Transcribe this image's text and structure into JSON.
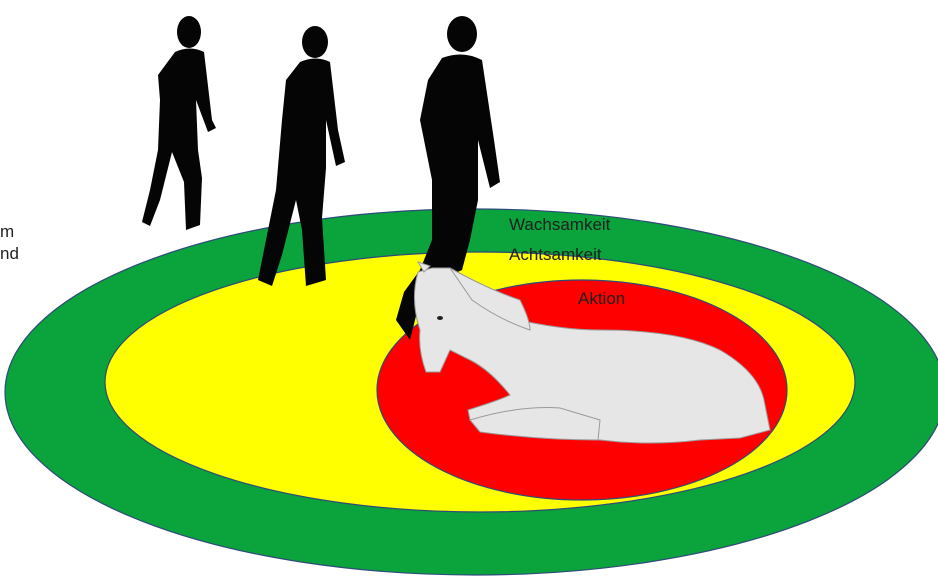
{
  "diagram": {
    "zones": [
      {
        "name": "Wachsamkeit",
        "color": "#0aa33c"
      },
      {
        "name": "Achtsamkeit",
        "color": "#ffff00"
      },
      {
        "name": "Aktion",
        "color": "#ff0000"
      }
    ],
    "cut_off_text": [
      "m",
      "nd"
    ],
    "figures": {
      "people": [
        "person-silhouette",
        "person-silhouette",
        "person-silhouette"
      ],
      "animal": "lying-white-horse"
    },
    "colors": {
      "outline": "#2e4a7a",
      "silhouette": "#050505",
      "horse": "#e6e6e6"
    }
  }
}
